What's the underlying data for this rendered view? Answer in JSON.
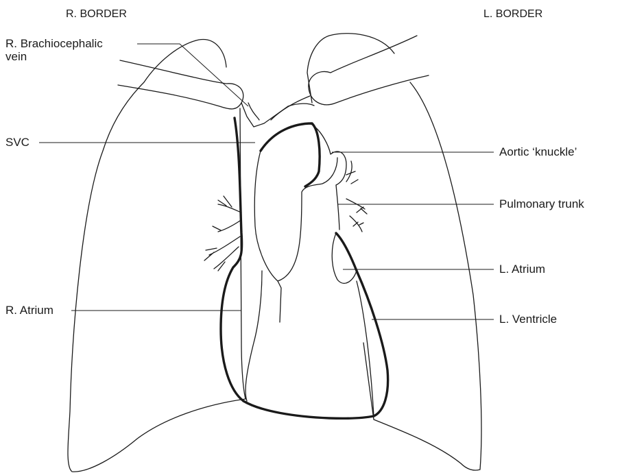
{
  "headers": {
    "right_border": "R. BORDER",
    "left_border": "L. BORDER"
  },
  "labels": {
    "brachiocephalic_line1": "R. Brachiocephalic",
    "brachiocephalic_line2": "vein",
    "svc": "SVC",
    "r_atrium": "R. Atrium",
    "aortic_knuckle": "Aortic ‘knuckle’",
    "pulmonary_trunk": "Pulmonary trunk",
    "l_atrium": "L. Atrium",
    "l_ventricle": "L. Ventricle"
  },
  "colors": {
    "ink": "#1a1a1a",
    "background": "#ffffff"
  }
}
